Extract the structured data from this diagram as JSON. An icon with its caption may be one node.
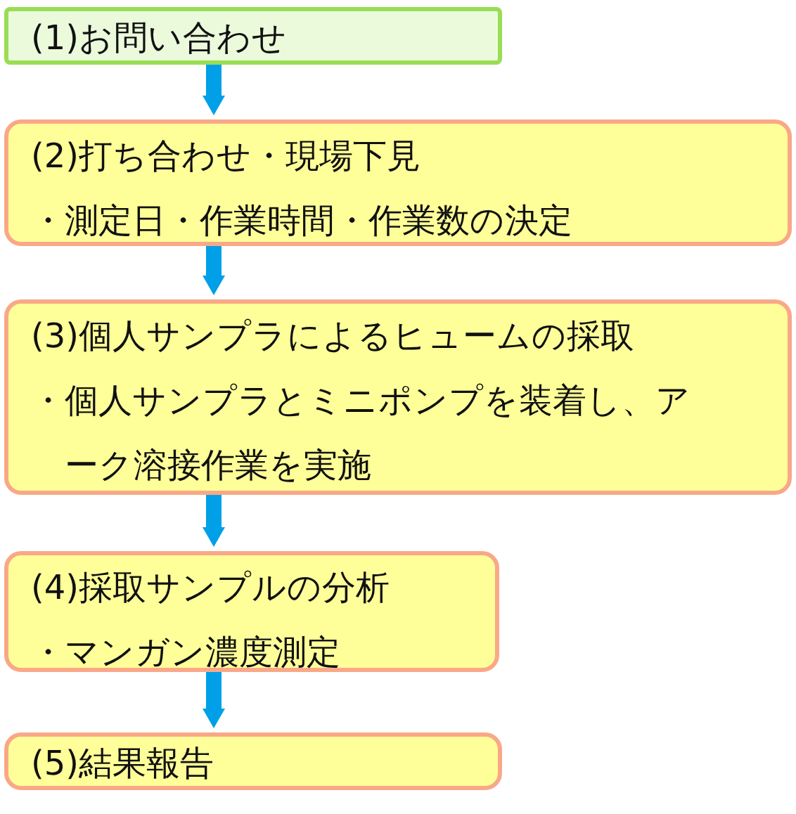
{
  "diagram": {
    "nodes": [
      {
        "text": [
          "(1)お問い合わせ"
        ]
      },
      {
        "text": [
          "(2)打ち合わせ・現場下見",
          "・測定日・作業時間・作業数の決定"
        ]
      },
      {
        "text": [
          "(3)個人サンプラによるヒュームの採取",
          "・個人サンプラとミニポンプを装着し、アーク溶接作業を実施"
        ]
      },
      {
        "text": [
          "(4)採取サンプルの分析",
          "・マンガン濃度測定"
        ]
      },
      {
        "text": [
          "(5)結果報告"
        ]
      }
    ],
    "edges": [
      {
        "from": 0,
        "to": 1,
        "arrow": "to"
      },
      {
        "from": 1,
        "to": 2,
        "arrow": "to"
      },
      {
        "from": 2,
        "to": 3,
        "arrow": "to"
      },
      {
        "from": 3,
        "to": 4,
        "arrow": "to"
      }
    ]
  }
}
